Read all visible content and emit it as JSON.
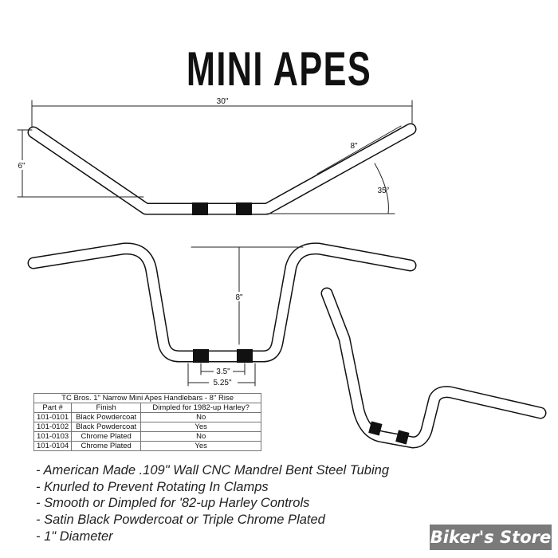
{
  "title": "MINI APES",
  "dimensions": {
    "width": "30\"",
    "rise_top": "6\"",
    "grip": "8\"",
    "angle": "35°",
    "rise": "8\"",
    "inner": "3.5\"",
    "outer": "5.25\""
  },
  "table": {
    "caption": "TC Bros. 1\" Narrow Mini Apes Handlebars - 8\" Rise",
    "headers": [
      "Part #",
      "Finish",
      "Dimpled for 1982-up Harley?"
    ],
    "rows": [
      [
        "101-0101",
        "Black Powdercoat",
        "No"
      ],
      [
        "101-0102",
        "Black Powdercoat",
        "Yes"
      ],
      [
        "101-0103",
        "Chrome Plated",
        "No"
      ],
      [
        "101-0104",
        "Chrome Plated",
        "Yes"
      ]
    ]
  },
  "features": [
    "- American Made .109\" Wall CNC Mandrel Bent Steel Tubing",
    "- Knurled to Prevent Rotating In Clamps",
    "- Smooth or Dimpled for '82-up Harley Controls",
    "- Satin Black Powdercoat or Triple Chrome Plated",
    "- 1\" Diameter"
  ],
  "watermark": "Biker's Store"
}
